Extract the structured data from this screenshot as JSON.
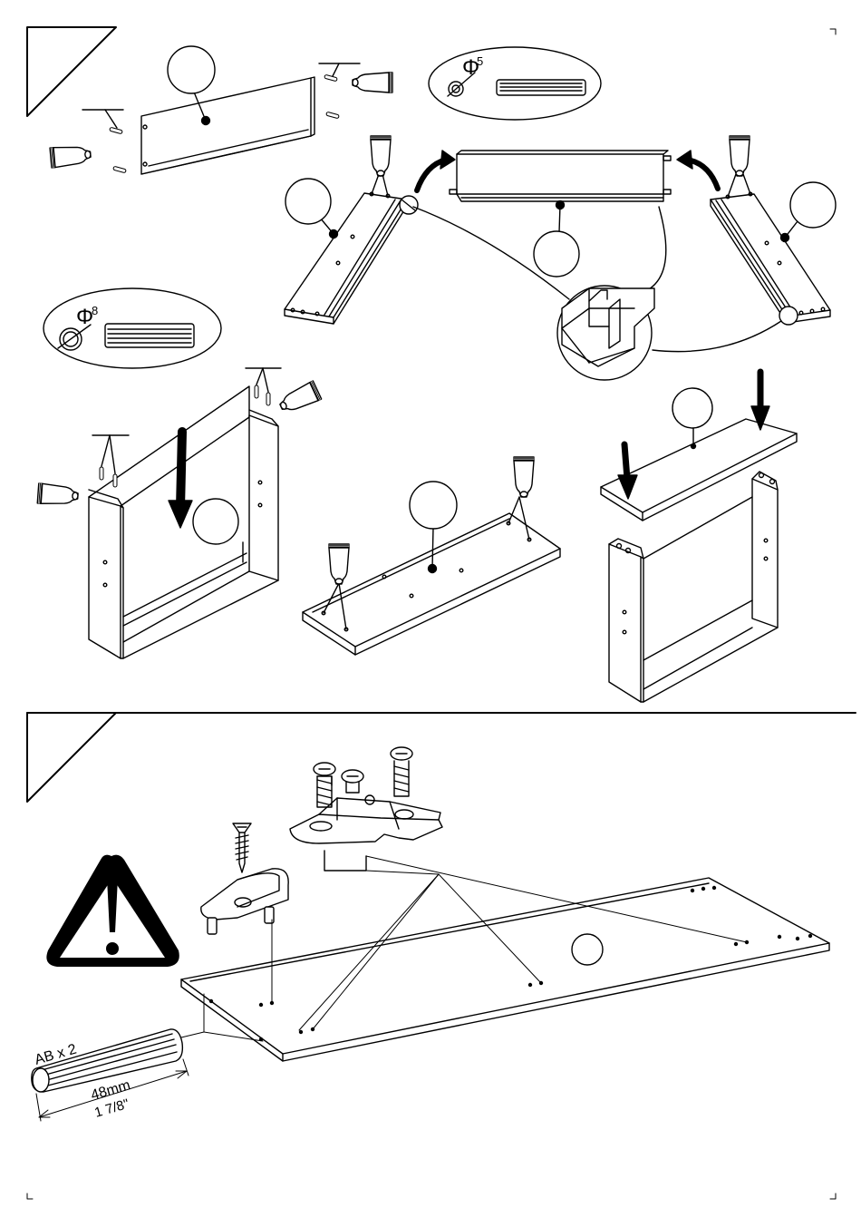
{
  "colors": {
    "ink": "#000000",
    "paper": "#ffffff"
  },
  "dowel_detail_small": {
    "symbol": "Φ",
    "diameter": "5"
  },
  "dowel_detail_large": {
    "symbol": "Φ",
    "diameter": "8"
  },
  "dowel_callout": {
    "quantity": "AB x 2",
    "length_metric": "48mm",
    "length_imperial": "1 7/8\""
  },
  "icons": [
    "warning-icon",
    "glue-tube-icon",
    "dowel-icon",
    "screw-icon",
    "arrow-down-icon",
    "curved-arrow-icon",
    "cam-bracket-icon"
  ]
}
